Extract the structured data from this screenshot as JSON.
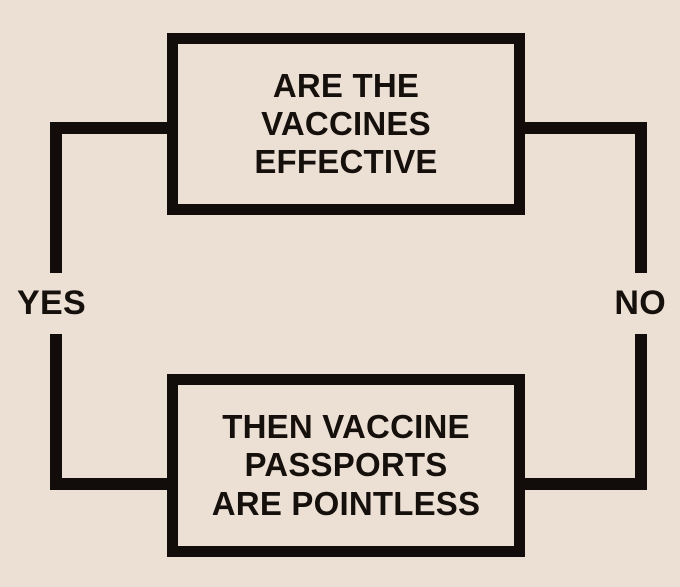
{
  "canvas": {
    "background_color": "#ece0d5",
    "stroke_color": "#120d0a",
    "text_color": "#16100d"
  },
  "diagram": {
    "type": "flowchart",
    "nodes": [
      {
        "id": "question",
        "role": "decision",
        "text": "ARE THE\nVACCINES\nEFFECTIVE"
      },
      {
        "id": "conclusion",
        "role": "statement",
        "text": "THEN VACCINE\nPASSPORTS\nARE POINTLESS"
      }
    ],
    "branches": [
      {
        "id": "yes",
        "label": "YES",
        "side": "left"
      },
      {
        "id": "no",
        "label": "NO",
        "side": "right"
      }
    ]
  }
}
